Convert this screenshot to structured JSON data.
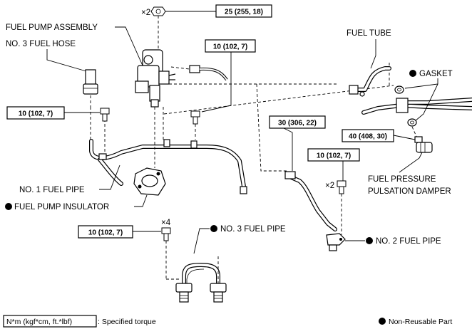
{
  "labels": {
    "fuel_pump_assembly": "FUEL PUMP ASSEMBLY",
    "no3_fuel_hose": "NO. 3 FUEL HOSE",
    "fuel_tube": "FUEL TUBE",
    "gasket": "GASKET",
    "no1_fuel_pipe": "NO. 1 FUEL PIPE",
    "fuel_pump_insulator": "FUEL PUMP INSULATOR",
    "fuel_pressure": "FUEL PRESSURE",
    "pulsation_damper": "PULSATION DAMPER",
    "no3_fuel_pipe": "NO. 3 FUEL PIPE",
    "no2_fuel_pipe": "NO. 2 FUEL PIPE"
  },
  "torques": {
    "t_top": "25 (255, 18)",
    "t_pump": "10 (102, 7)",
    "t_left": "10 (102, 7)",
    "t_30": "30 (306, 22)",
    "t_40": "40 (408, 30)",
    "t_right": "10 (102, 7)",
    "t_bottom": "10 (102, 7)"
  },
  "quantities": {
    "q_top": "×2",
    "q_right": "×2",
    "q_bottom": "×4"
  },
  "legend": {
    "torque_units": "N*m (kgf*cm, ft.*lbf)",
    "torque_desc": ": Specified torque",
    "non_reusable": "Non-Reusable Part"
  }
}
